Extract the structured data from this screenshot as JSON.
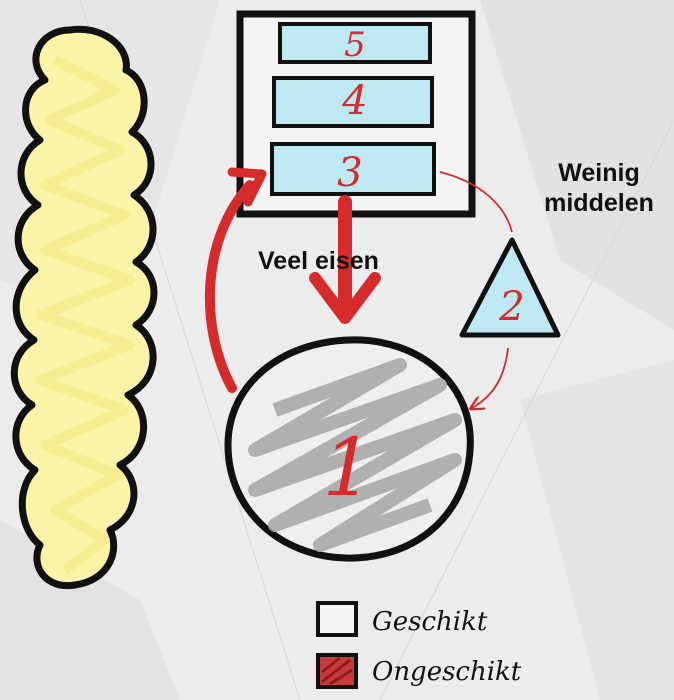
{
  "diagram": {
    "levels": [
      {
        "number": "5"
      },
      {
        "number": "4"
      },
      {
        "number": "3"
      },
      {
        "number": "2"
      },
      {
        "number": "1"
      }
    ],
    "labels": {
      "demands": "Veel eisen",
      "resources_line1": "Weinig",
      "resources_line2": "middelen"
    },
    "legend": [
      {
        "label": "Geschikt"
      },
      {
        "label": "Ongeschikt"
      }
    ],
    "colors": {
      "cyan_fill": "#bfe9f2",
      "yellow_fill": "#fbf4a6",
      "gray_fill": "#a9a9a9",
      "red": "#d62b2b",
      "ink": "#111111"
    }
  }
}
